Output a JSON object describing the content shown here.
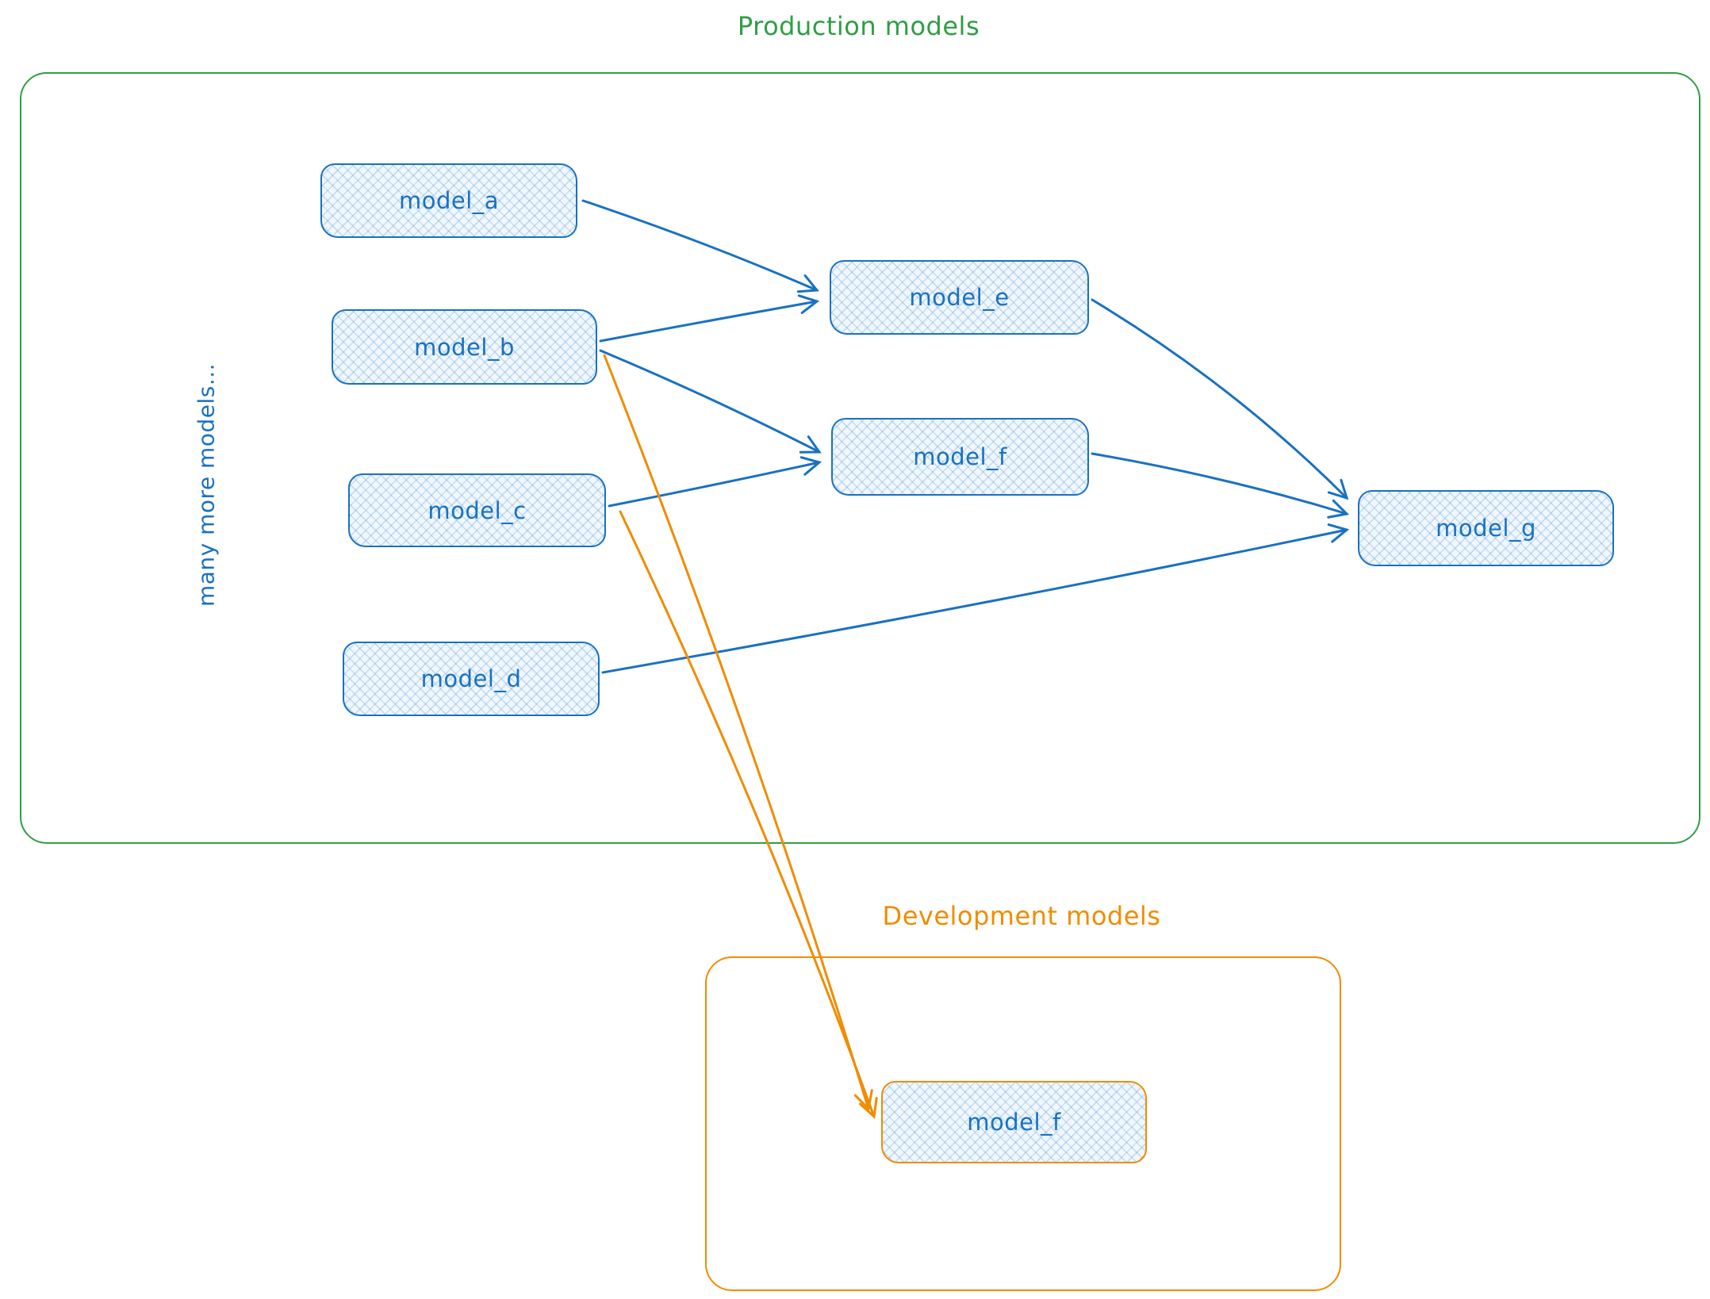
{
  "groups": {
    "production": {
      "title": "Production models",
      "color": "#2f9e44"
    },
    "development": {
      "title": "Development models",
      "color": "#f08c00"
    }
  },
  "side_label": "many more models...",
  "nodes": {
    "model_a": {
      "label": "model_a"
    },
    "model_b": {
      "label": "model_b"
    },
    "model_c": {
      "label": "model_c"
    },
    "model_d": {
      "label": "model_d"
    },
    "model_e": {
      "label": "model_e"
    },
    "model_f": {
      "label": "model_f"
    },
    "model_g": {
      "label": "model_g"
    },
    "dev_model_f": {
      "label": "model_f"
    }
  },
  "edges": [
    {
      "from": "model_a",
      "to": "model_e",
      "type": "production",
      "color": "#1971c2"
    },
    {
      "from": "model_b",
      "to": "model_e",
      "type": "production",
      "color": "#1971c2"
    },
    {
      "from": "model_b",
      "to": "model_f",
      "type": "production",
      "color": "#1971c2"
    },
    {
      "from": "model_c",
      "to": "model_f",
      "type": "production",
      "color": "#1971c2"
    },
    {
      "from": "model_e",
      "to": "model_g",
      "type": "production",
      "color": "#1971c2"
    },
    {
      "from": "model_f",
      "to": "model_g",
      "type": "production",
      "color": "#1971c2"
    },
    {
      "from": "model_d",
      "to": "model_g",
      "type": "production",
      "color": "#1971c2"
    },
    {
      "from": "model_b",
      "to": "dev_model_f",
      "type": "development",
      "color": "#f08c00"
    },
    {
      "from": "model_c",
      "to": "dev_model_f",
      "type": "development",
      "color": "#f08c00"
    }
  ],
  "colors": {
    "node_stroke": "#1971c2",
    "node_fill": "#f0f7fe",
    "production_group": "#2f9e44",
    "development_group": "#f08c00"
  }
}
